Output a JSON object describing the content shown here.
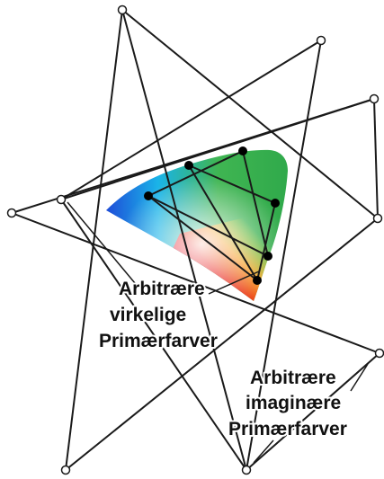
{
  "labels": {
    "real": [
      "Arbitrære",
      "virkelige",
      "Primærfarver"
    ],
    "imaginary": [
      "Arbitrære",
      "imaginære",
      "Primærfarver"
    ]
  },
  "colors": {
    "line": "#1a1a1a",
    "node_fill": "#ffffff",
    "real_primary_dot": "#000000",
    "gamut_blue": "#1f3fd6",
    "gamut_cyan": "#1ab4e8",
    "gamut_green": "#2ea84a",
    "gamut_yellow": "#f5e21b",
    "gamut_orange": "#f59a1b",
    "gamut_red": "#e8231f",
    "gamut_magenta": "#e0287a"
  }
}
